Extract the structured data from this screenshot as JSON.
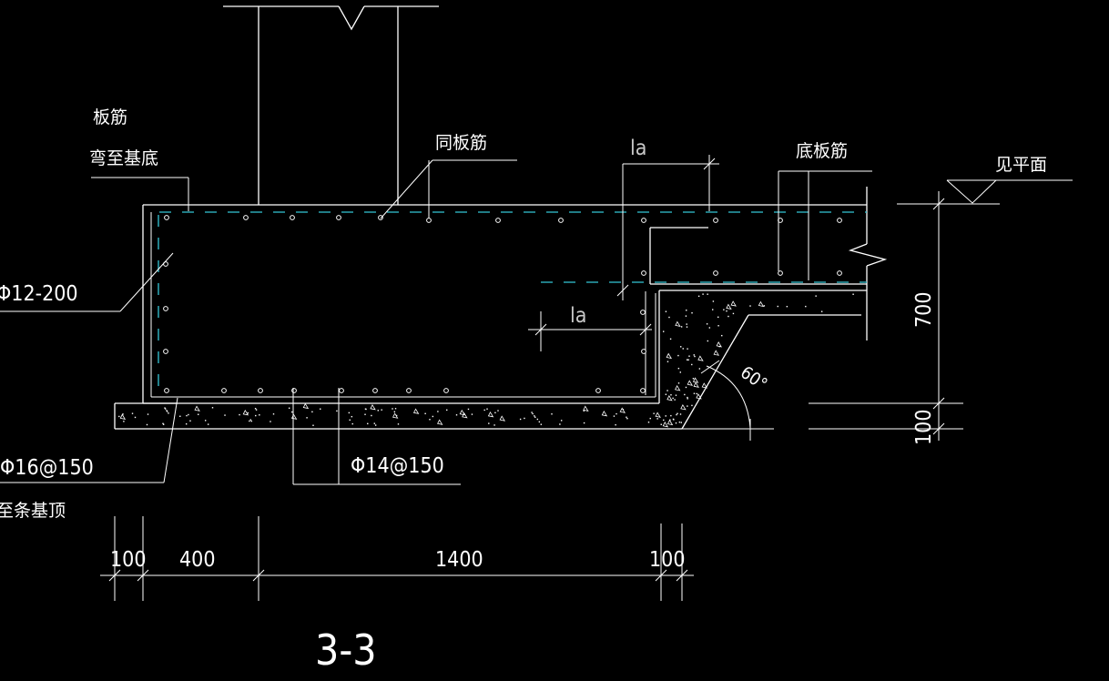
{
  "labels": {
    "slab_rebar": "板筋",
    "bend_to_base": "弯至基底",
    "same_as_slab": "同板筋",
    "bottom_slab_rebar": "底板筋",
    "see_plan": "见平面",
    "side_rebar": "Φ12-200",
    "bottom_rebar": "Φ16@150",
    "to_strip_top": "至条基顶",
    "bottom_rebar_2": "Φ14@150",
    "la_top": "la",
    "la_mid": "la",
    "angle": "60°"
  },
  "dimensions": {
    "vertical_700": "700",
    "vertical_100": "100",
    "d_100_left": "100",
    "d_400": "400",
    "d_1400": "1400",
    "d_100_right": "100"
  },
  "section_title": "3-3",
  "colors": {
    "background": "#000000",
    "lines": "#ffffff",
    "rebar": "#34c6d6"
  }
}
